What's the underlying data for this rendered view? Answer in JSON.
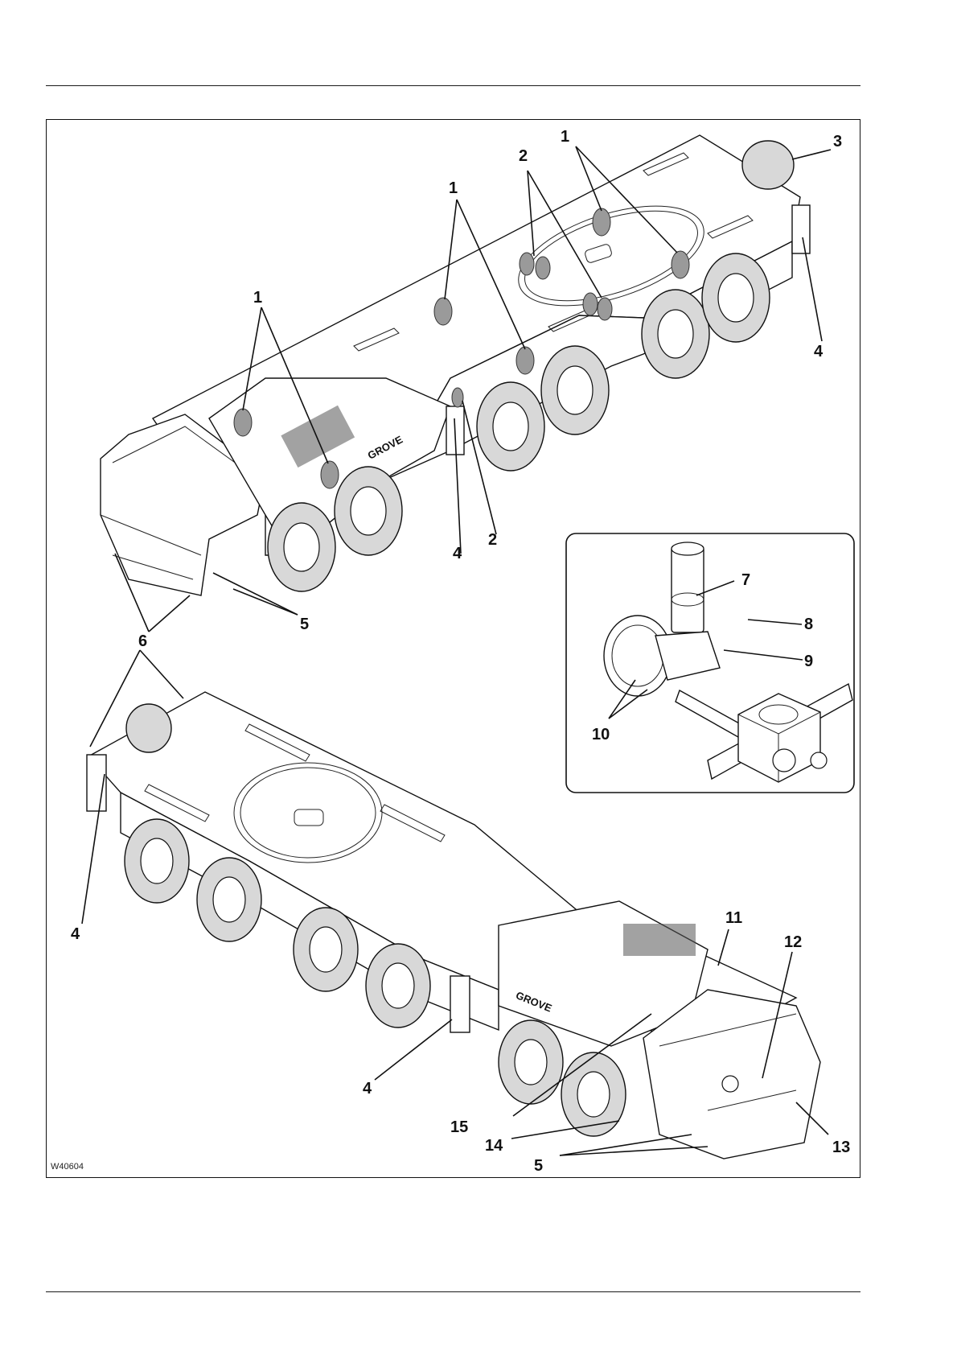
{
  "figure": {
    "id_label": "W40604",
    "brand_text": "GROVE"
  },
  "callouts": {
    "c1a": "1",
    "c1b": "1",
    "c1c": "1",
    "c2a": "2",
    "c2b": "2",
    "c3": "3",
    "c4a": "4",
    "c4b": "4",
    "c4c": "4",
    "c4d": "4",
    "c5a": "5",
    "c5b": "5",
    "c6": "6",
    "c7": "7",
    "c8": "8",
    "c9": "9",
    "c10": "10",
    "c11": "11",
    "c12": "12",
    "c13": "13",
    "c14": "14",
    "c15": "15"
  },
  "colors": {
    "line": "#111111",
    "marker_fill": "#9a9a9a",
    "tire_fill": "#d8d8d8"
  }
}
